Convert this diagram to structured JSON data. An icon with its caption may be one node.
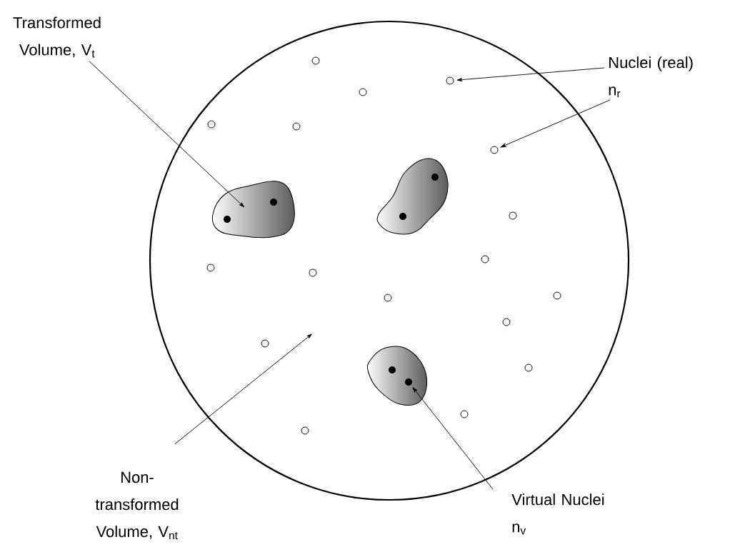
{
  "diagram": {
    "nodes": [
      {
        "text": [
          "Transformed Volume, V$_{t}$"
        ]
      },
      {
        "text": [
          "Nuclei (real) n$_{r}$"
        ]
      },
      {
        "text": [],
        "shape": "circle"
      },
      {
        "text": [],
        "shape": "blob",
        "in": 2
      },
      {
        "text": [],
        "shape": "blob",
        "in": 2
      },
      {
        "text": [],
        "shape": "blob",
        "in": 2
      },
      {
        "text": [],
        "shape": "dot",
        "in": 3
      },
      {
        "text": [],
        "shape": "dot",
        "in": 3
      },
      {
        "text": [],
        "shape": "dot",
        "in": 4
      },
      {
        "text": [],
        "shape": "dot",
        "in": 4
      },
      {
        "text": [],
        "shape": "dot",
        "in": 5
      },
      {
        "text": [],
        "shape": "dot",
        "in": 5
      },
      {
        "text": [],
        "shape": "circle",
        "in": 2
      },
      {
        "text": [],
        "shape": "circle",
        "in": 2
      },
      {
        "text": [],
        "shape": "circle",
        "in": 2
      },
      {
        "text": [],
        "shape": "circle",
        "in": 2
      },
      {
        "text": [],
        "shape": "circle",
        "in": 2
      },
      {
        "text": [],
        "shape": "circle",
        "in": 2
      },
      {
        "text": [],
        "shape": "circle",
        "in": 2
      },
      {
        "text": [],
        "shape": "circle",
        "in": 2
      },
      {
        "text": [],
        "shape": "circle",
        "in": 2
      },
      {
        "text": [],
        "shape": "circle",
        "in": 2
      },
      {
        "text": [],
        "shape": "circle",
        "in": 2
      },
      {
        "text": [],
        "shape": "circle",
        "in": 2
      },
      {
        "text": [],
        "shape": "circle",
        "in": 2
      },
      {
        "text": [],
        "shape": "circle",
        "in": 2
      },
      {
        "text": [],
        "shape": "circle",
        "in": 2
      },
      {
        "text": [],
        "shape": "circle",
        "in": 2
      },
      {
        "text": [],
        "shape": "circle",
        "in": 2
      },
      {
        "text": [
          "Non-transformed Volume, V$_{nt}$"
        ]
      },
      {
        "text": [
          "Virtual Nuclei n$_{v}$"
        ]
      }
    ],
    "edges": [
      {
        "from": 0,
        "to": 3,
        "arrow": "to"
      },
      {
        "from": 1,
        "to": 13,
        "arrow": "to"
      },
      {
        "from": 1,
        "to": 17,
        "arrow": "to"
      },
      {
        "from": 29,
        "to": 2,
        "arrow": "to"
      },
      {
        "from": 30,
        "to": 11,
        "arrow": "to"
      }
    ]
  }
}
